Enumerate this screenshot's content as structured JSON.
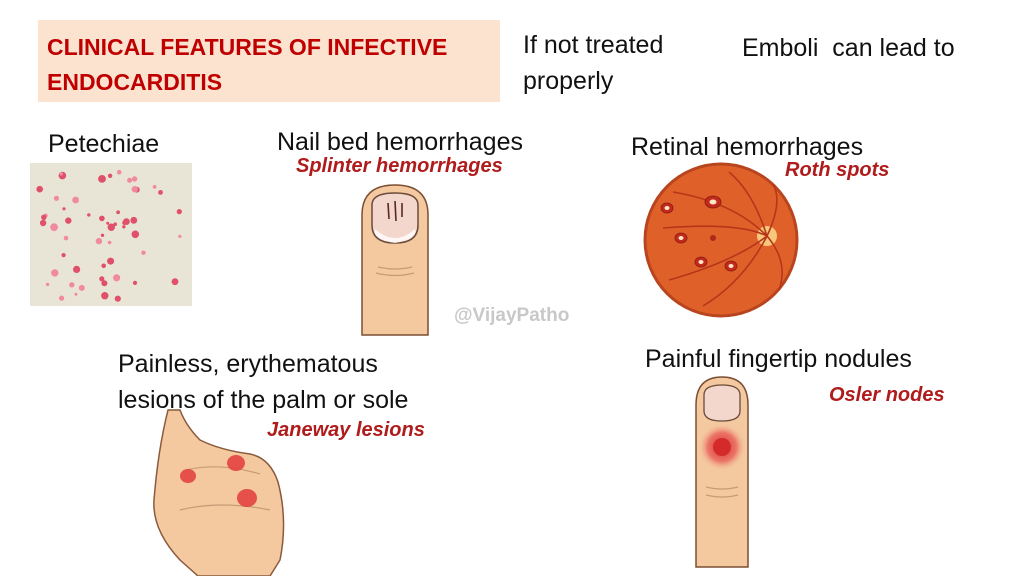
{
  "header": {
    "title": "CLINICAL FEATURES OF INFECTIVE ENDOCARDITIS",
    "note1": "If not treated properly",
    "note2": "Emboli  can lead to"
  },
  "features": {
    "petechiae": {
      "label": "Petechiae"
    },
    "nail_bed": {
      "label": "Nail bed hemorrhages",
      "term": "Splinter hemorrhages"
    },
    "retinal": {
      "label": "Retinal hemorrhages",
      "term": "Roth spots"
    },
    "palm": {
      "label": "Painless, erythematous lesions of the palm or sole",
      "term": "Janeway lesions"
    },
    "fingertip": {
      "label": "Painful fingertip nodules",
      "term": "Osler nodes"
    }
  },
  "watermark": "@VijayPatho",
  "colors": {
    "title_red": "#c00000",
    "term_red": "#b01b1b",
    "title_bg": "#fbe3cf",
    "skin": "#f4c9a0",
    "retina": "#e0602a"
  }
}
